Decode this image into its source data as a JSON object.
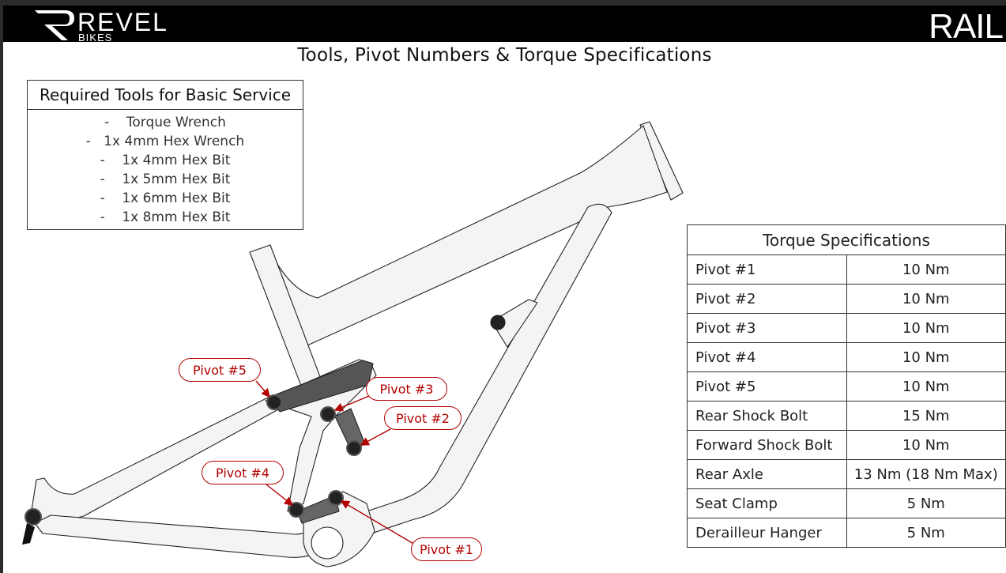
{
  "header": {
    "brand_logo": "REVEL",
    "brand_sub": "BIKES",
    "model_logo": "RAIL"
  },
  "title": "Tools, Pivot Numbers & Torque Specifications",
  "tools": {
    "heading": "Required Tools for Basic Service",
    "items": [
      "-    Torque Wrench",
      "-   1x 4mm Hex Wrench",
      "-    1x 4mm Hex Bit",
      "-    1x 5mm Hex Bit",
      "-    1x 6mm Hex Bit",
      "-    1x 8mm Hex Bit"
    ]
  },
  "torque": {
    "heading": "Torque Specifications",
    "rows": [
      {
        "label": "Pivot #1",
        "value": "10 Nm"
      },
      {
        "label": "Pivot #2",
        "value": "10 Nm"
      },
      {
        "label": "Pivot #3",
        "value": "10 Nm"
      },
      {
        "label": "Pivot #4",
        "value": "10 Nm"
      },
      {
        "label": "Pivot #5",
        "value": "10 Nm"
      },
      {
        "label": "Rear Shock Bolt",
        "value": "15 Nm"
      },
      {
        "label": "Forward Shock Bolt",
        "value": "10 Nm"
      },
      {
        "label": "Rear Axle",
        "value": "13 Nm (18 Nm Max)"
      },
      {
        "label": "Seat Clamp",
        "value": "5 Nm"
      },
      {
        "label": "Derailleur Hanger",
        "value": "5 Nm"
      }
    ]
  },
  "callouts": {
    "pivot1": "Pivot #1",
    "pivot2": "Pivot #2",
    "pivot3": "Pivot #3",
    "pivot4": "Pivot #4",
    "pivot5": "Pivot #5"
  },
  "colors": {
    "callout": "#b30000",
    "header_bg": "#000000"
  }
}
